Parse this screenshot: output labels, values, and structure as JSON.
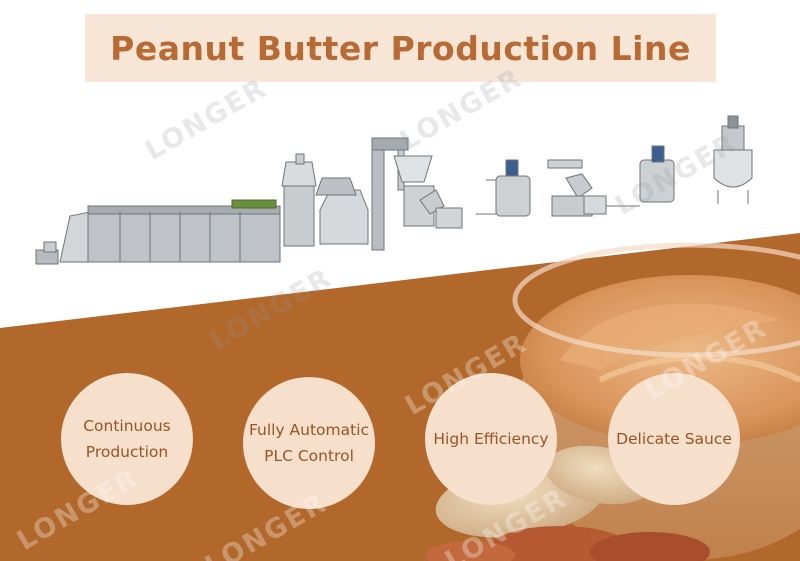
{
  "title": "Peanut Butter Production Line",
  "features": [
    "Continuous\nProduction",
    "Fully Automatic\nPLC Control",
    "High Efficiency",
    "Delicate Sauce"
  ],
  "watermark": "LONGER",
  "colors": {
    "title_background": "#f7e6d6",
    "title_text": "#b86a35",
    "brown_band": "#b2672b",
    "circle_fill": "#f6dfcb",
    "circle_text": "#9a5426"
  }
}
